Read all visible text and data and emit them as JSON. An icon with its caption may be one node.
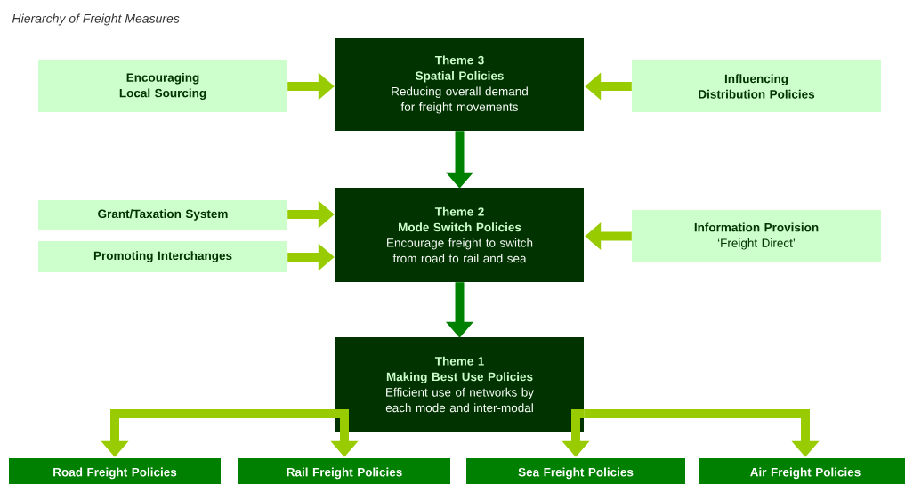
{
  "diagram": {
    "title": "Hierarchy of Freight Measures",
    "nodes": [
      {
        "text": [
          "Theme 3",
          "Spatial Policies",
          "Reducing overall demand for freight movements"
        ]
      },
      {
        "text": [
          "Encouraging Local Sourcing"
        ]
      },
      {
        "text": [
          "Influencing Distribution Policies"
        ]
      },
      {
        "text": [
          "Theme 2",
          "Mode Switch Policies",
          "Encourage freight to switch from road to rail and sea"
        ]
      },
      {
        "text": [
          "Grant/Taxation System"
        ]
      },
      {
        "text": [
          "Promoting Interchanges"
        ]
      },
      {
        "text": [
          "Information Provision",
          "‘Freight Direct’"
        ]
      },
      {
        "text": [
          "Theme 1",
          "Making Best Use Policies",
          "Efficient use of networks by each mode and inter-modal"
        ]
      },
      {
        "text": [
          "Road Freight Policies"
        ]
      },
      {
        "text": [
          "Rail Freight Policies"
        ]
      },
      {
        "text": [
          "Sea Freight Policies"
        ]
      },
      {
        "text": [
          "Air Freight Policies"
        ]
      }
    ],
    "edges": [
      {
        "from": 1,
        "to": 0,
        "arrow": "to"
      },
      {
        "from": 2,
        "to": 0,
        "arrow": "to"
      },
      {
        "from": 0,
        "to": 3,
        "arrow": "to",
        "color": "#008000"
      },
      {
        "from": 4,
        "to": 3,
        "arrow": "to"
      },
      {
        "from": 5,
        "to": 3,
        "arrow": "to"
      },
      {
        "from": 6,
        "to": 3,
        "arrow": "to"
      },
      {
        "from": 3,
        "to": 7,
        "arrow": "to",
        "color": "#008000"
      },
      {
        "from": 7,
        "to": 8,
        "arrow": "to"
      },
      {
        "from": 7,
        "to": 9,
        "arrow": "to"
      },
      {
        "from": 7,
        "to": 10,
        "arrow": "to"
      },
      {
        "from": 7,
        "to": 11,
        "arrow": "to"
      }
    ]
  }
}
